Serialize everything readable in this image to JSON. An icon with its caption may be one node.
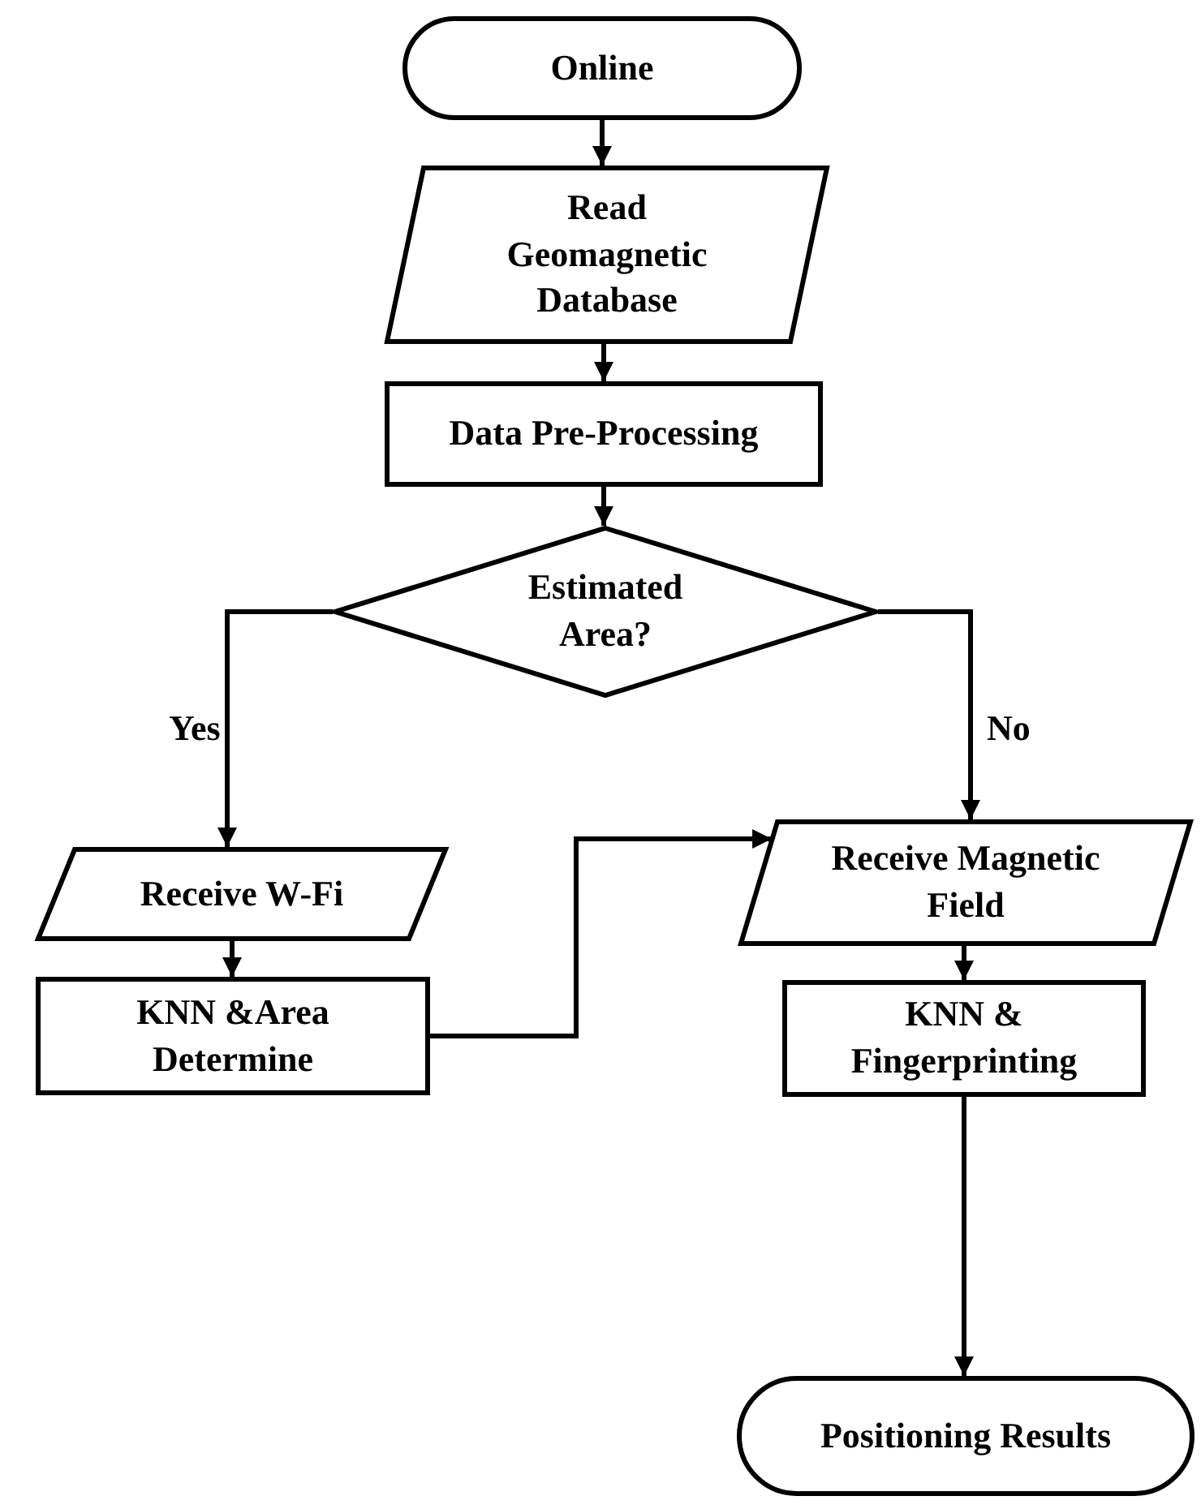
{
  "diagram": {
    "nodes": [
      {
        "text": [
          "Online"
        ]
      },
      {
        "text": [
          "Read Geomagnetic Database"
        ]
      },
      {
        "text": [
          "Data Pre-Processing"
        ]
      },
      {
        "text": [
          "Estimated Area?"
        ]
      },
      {
        "text": [
          "Receive W-Fi"
        ]
      },
      {
        "text": [
          "Receive Magnetic Field"
        ]
      },
      {
        "text": [
          "KNN &Area Determine"
        ]
      },
      {
        "text": [
          "KNN & Fingerprinting"
        ]
      },
      {
        "text": [
          "Positioning Results"
        ]
      }
    ],
    "edges": [
      {
        "from": 0,
        "to": 1,
        "arrow": "to"
      },
      {
        "from": 1,
        "to": 2,
        "arrow": "to"
      },
      {
        "from": 2,
        "to": 3,
        "arrow": "to"
      },
      {
        "from": 3,
        "to": 4,
        "arrow": "to",
        "label": "Yes"
      },
      {
        "from": 3,
        "to": 5,
        "arrow": "to",
        "label": "No"
      },
      {
        "from": 6,
        "to": 5,
        "arrow": "to"
      },
      {
        "from": 5,
        "to": 7,
        "arrow": "to"
      },
      {
        "from": 7,
        "to": 8,
        "arrow": "to"
      },
      {
        "from": 4,
        "to": 6,
        "arrow": "to"
      }
    ]
  }
}
